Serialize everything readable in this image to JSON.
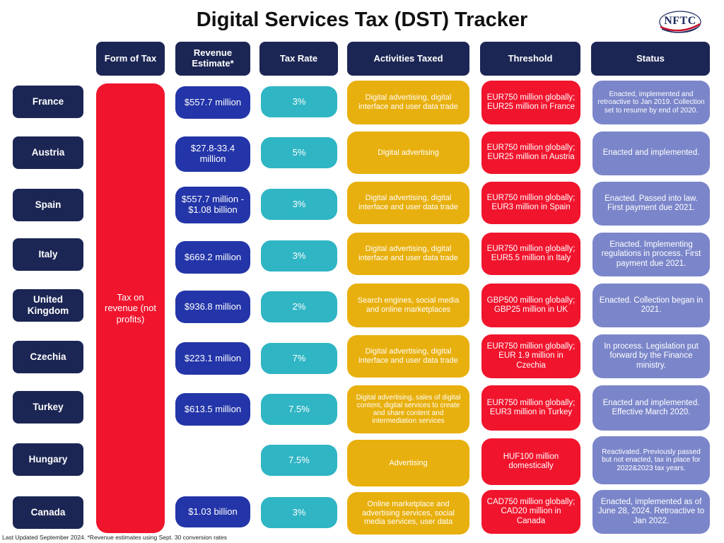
{
  "title": "Digital Services Tax (DST) Tracker",
  "logo": {
    "text": "NFTC"
  },
  "headers": {
    "form": "Form of Tax",
    "revenue": "Revenue Estimate*",
    "rate": "Tax Rate",
    "activities": "Activities Taxed",
    "threshold": "Threshold",
    "status": "Status"
  },
  "form_of_tax": "Tax on revenue (not profits)",
  "rows": [
    {
      "country": "France",
      "revenue": "$557.7 million",
      "rate": "3%",
      "activities": "Digital advertising, digital interface and user data trade",
      "threshold": "EUR750 million globally; EUR25 million in France",
      "status": "Enacted, implemented and retroactive to Jan 2019. Collection set to resume by end of 2020."
    },
    {
      "country": "Austria",
      "revenue": "$27.8-33.4 million",
      "rate": "5%",
      "activities": "Digital advertising",
      "threshold": "EUR750 million globally; EUR25 million in Austria",
      "status": "Enacted and implemented."
    },
    {
      "country": "Spain",
      "revenue": "$557.7 million - $1.08 billion",
      "rate": "3%",
      "activities": "Digital advertising, digital interface and user data trade",
      "threshold": "EUR750 million globally; EUR3 million in Spain",
      "status": "Enacted. Passed into law. First payment due 2021."
    },
    {
      "country": "Italy",
      "revenue": "$669.2 million",
      "rate": "3%",
      "activities": "Digital advertising, digital interface and user data trade",
      "threshold": "EUR750 million globally; EUR5.5 million in Italy",
      "status": "Enacted. Implementing regulations in process. First payment due 2021."
    },
    {
      "country": "United Kingdom",
      "revenue": "$936.8 million",
      "rate": "2%",
      "activities": "Search engines, social media and online marketplaces",
      "threshold": "GBP500 million globally; GBP25 million in UK",
      "status": "Enacted. Collection began in 2021."
    },
    {
      "country": "Czechia",
      "revenue": "$223.1 million",
      "rate": "7%",
      "activities": "Digital advertising, digital interface and user data trade",
      "threshold": "EUR750 million globally; EUR 1.9 million in Czechia",
      "status": "In process. Legislation put forward by the Finance ministry."
    },
    {
      "country": "Turkey",
      "revenue": "$613.5 million",
      "rate": "7.5%",
      "activities": "Digital advertising, sales of digital content, digital services to create and share content and intermediation services",
      "threshold": "EUR750 million globally; EUR3 million in Turkey",
      "status": "Enacted and implemented. Effective March 2020."
    },
    {
      "country": "Hungary",
      "revenue": "",
      "rate": "7.5%",
      "activities": "Advertising",
      "threshold": "HUF100 million domestically",
      "status": "Reactivated. Previously passed but not enacted, tax in place for 2022&2023 tax years."
    },
    {
      "country": "Canada",
      "revenue": "$1.03 billion",
      "rate": "3%",
      "activities": "Online marketplace and advertising services, social media services, user data",
      "threshold": "CAD750 million globally; CAD20 million in Canada",
      "status": "Enacted, implemented as of June 28, 2024. Retroactive to Jan 2022."
    }
  ],
  "footnote": "Last Updated September 2024. *Revenue estimates using Sept. 30 conversion rates"
}
